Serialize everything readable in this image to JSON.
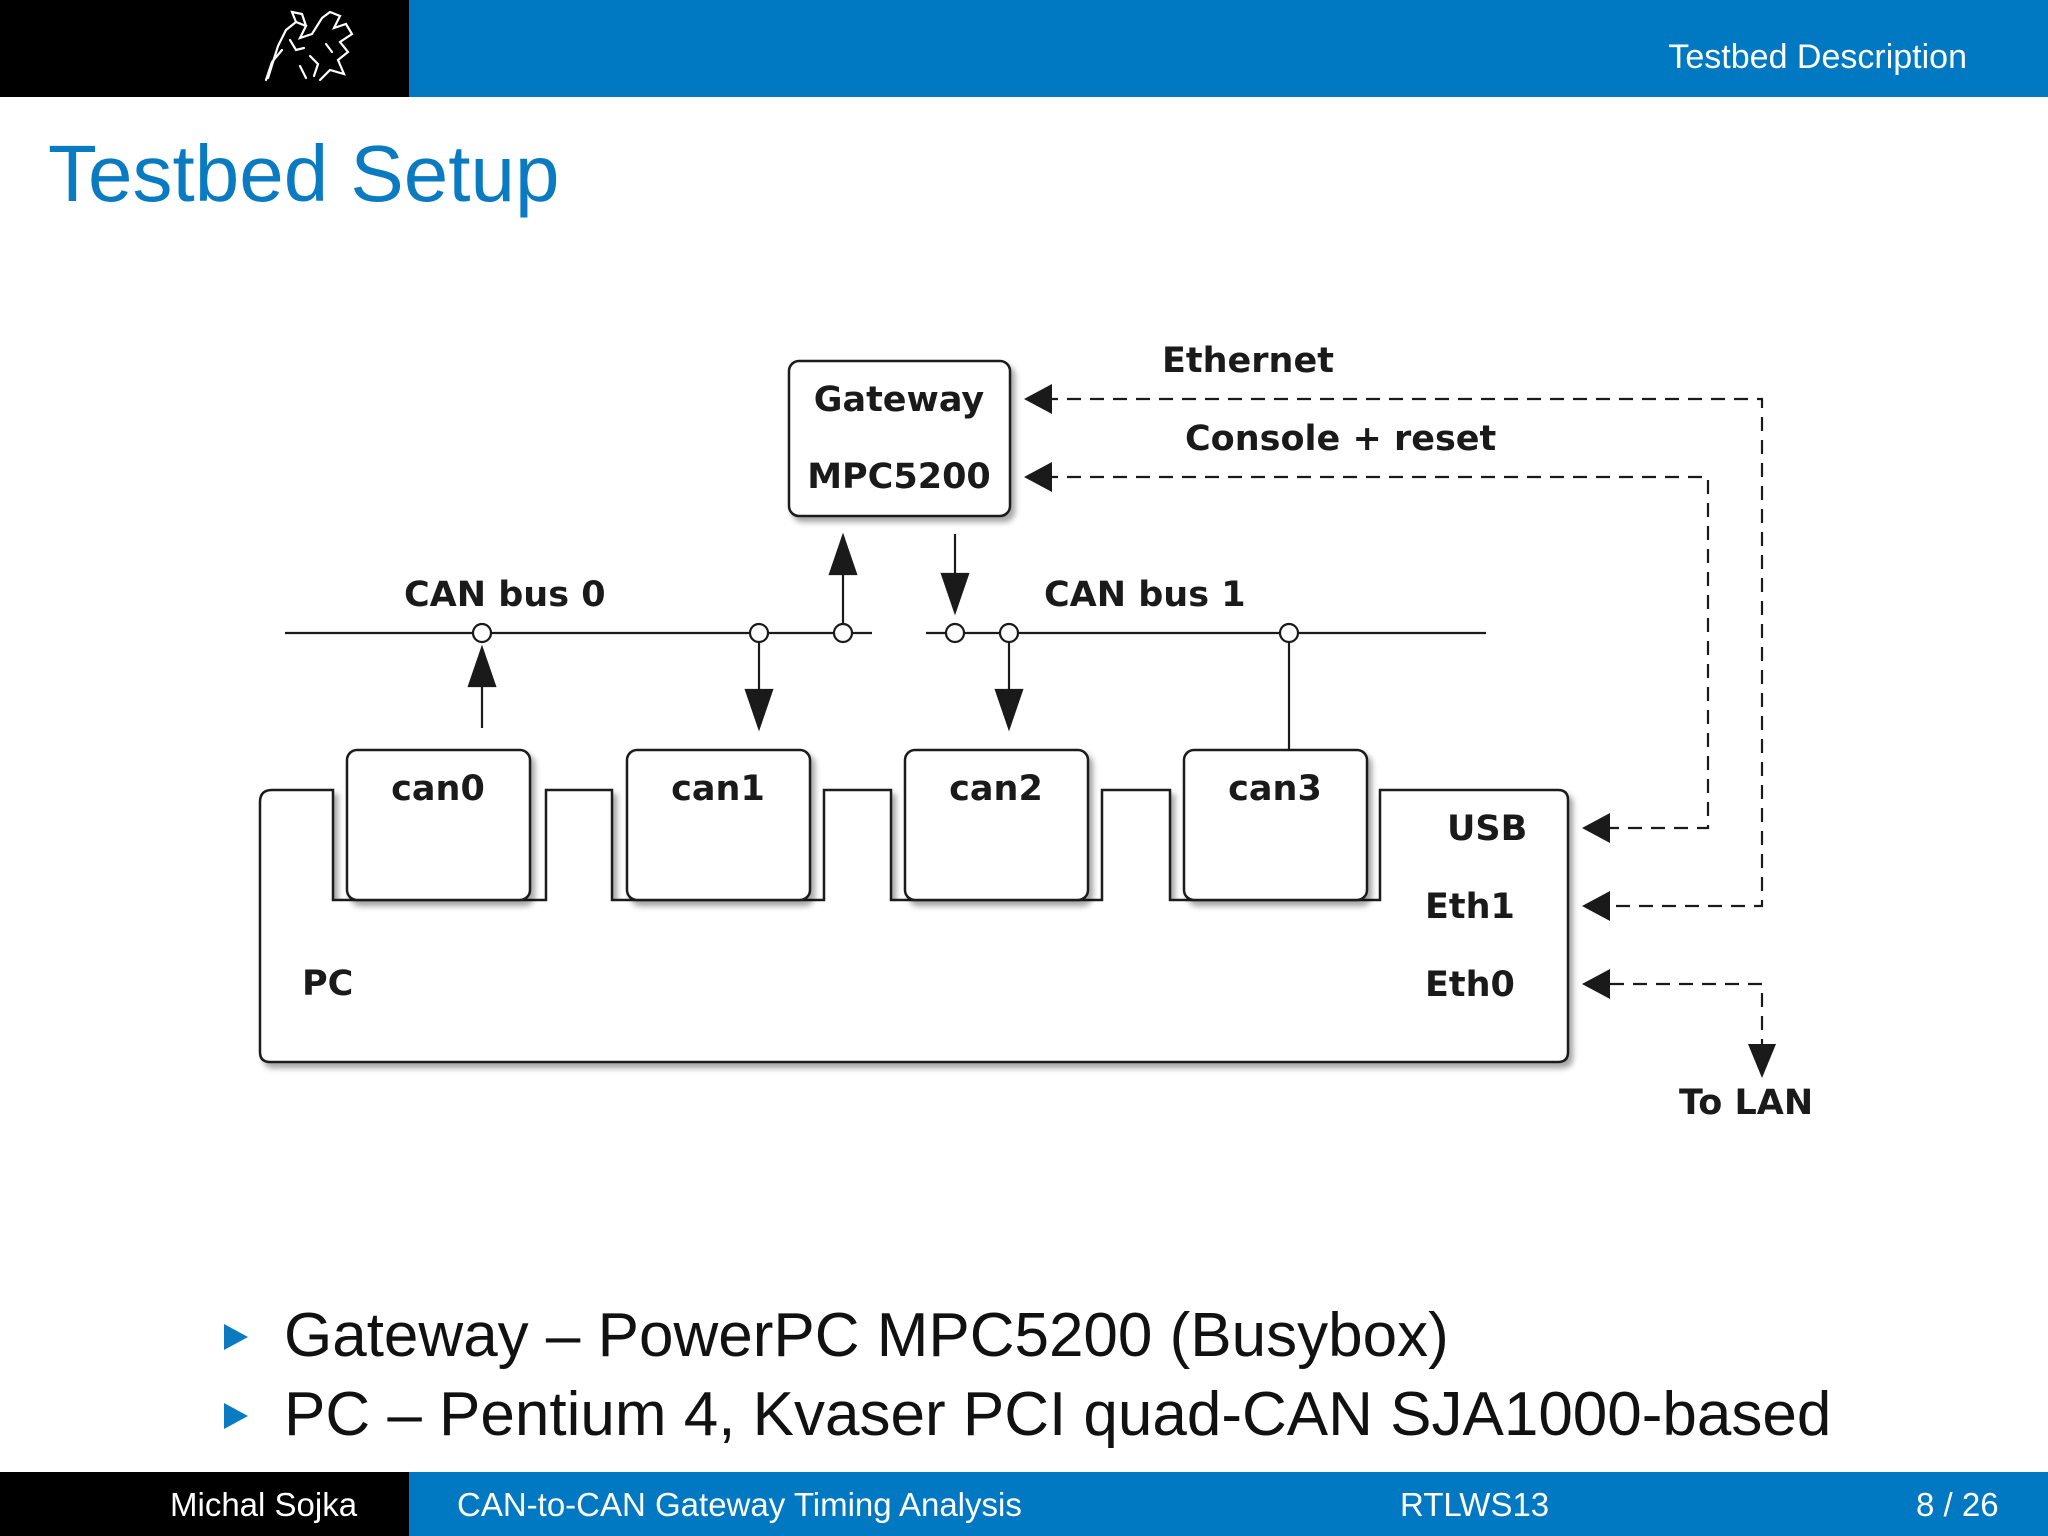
{
  "header": {
    "section": "Testbed Description"
  },
  "title": "Testbed Setup",
  "diagram": {
    "gateway": [
      "Gateway",
      "MPC5200"
    ],
    "links": {
      "ethernet": "Ethernet",
      "console": "Console + reset"
    },
    "buses": {
      "bus0": "CAN bus 0",
      "bus1": "CAN bus 1"
    },
    "ports": [
      "can0",
      "can1",
      "can2",
      "can3"
    ],
    "pc": "PC",
    "interfaces": {
      "usb": "USB",
      "eth1": "Eth1",
      "eth0": "Eth0"
    },
    "to_lan": "To LAN"
  },
  "bullets": [
    "Gateway – PowerPC MPC5200 (Busybox)",
    "PC – Pentium 4, Kvaser PCI quad-CAN SJA1000-based"
  ],
  "footer": {
    "author": "Michal Sojka",
    "talk": "CAN-to-CAN Gateway Timing Analysis",
    "venue": "RTLWS13",
    "page": "8 / 26"
  }
}
